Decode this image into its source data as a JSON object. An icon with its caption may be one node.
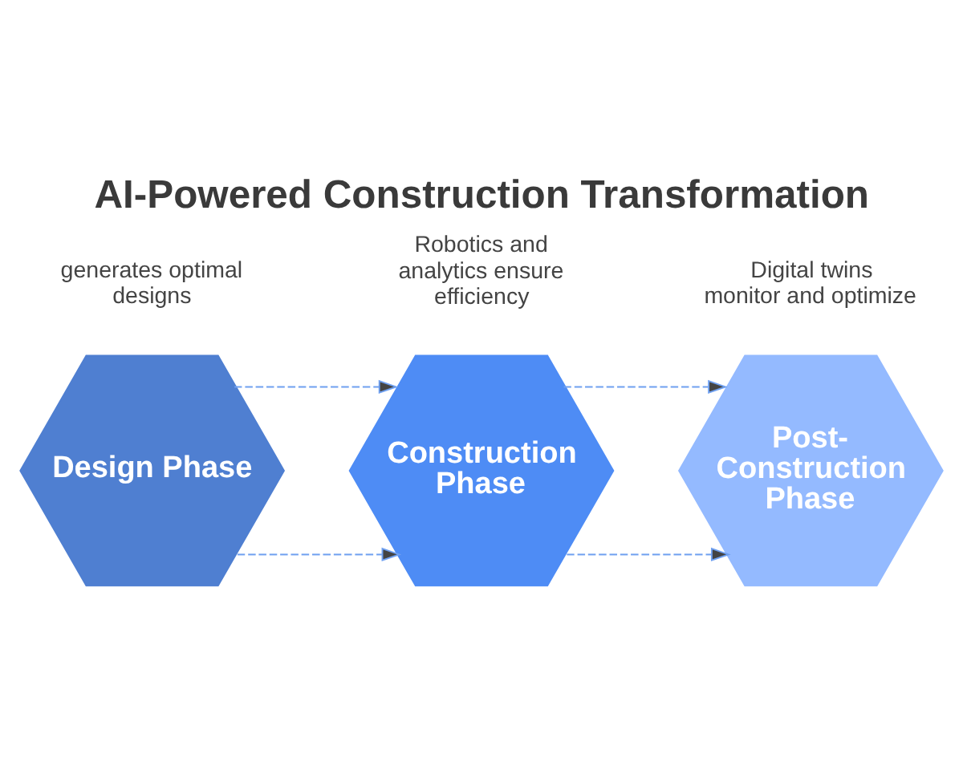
{
  "diagram": {
    "title": "AI-Powered Construction Transformation",
    "nodes": [
      {
        "text": [
          "Design Phase"
        ],
        "beside": [
          "generates optimal designs"
        ]
      },
      {
        "text": [
          "Construction Phase"
        ],
        "beside": [
          "Robotics and analytics ensure efficiency"
        ]
      },
      {
        "text": [
          "Post-Construction Phase"
        ],
        "beside": [
          "Digital twins monitor and optimize"
        ]
      }
    ],
    "edges": [
      {
        "from": 0,
        "to": 1,
        "arrow": "to",
        "style": "dashed"
      },
      {
        "from": 1,
        "to": 2,
        "arrow": "to",
        "style": "dashed"
      },
      {
        "from": 0,
        "to": 1,
        "arrow": "to",
        "style": "dashed"
      },
      {
        "from": 1,
        "to": 2,
        "arrow": "to",
        "style": "dashed"
      }
    ]
  }
}
